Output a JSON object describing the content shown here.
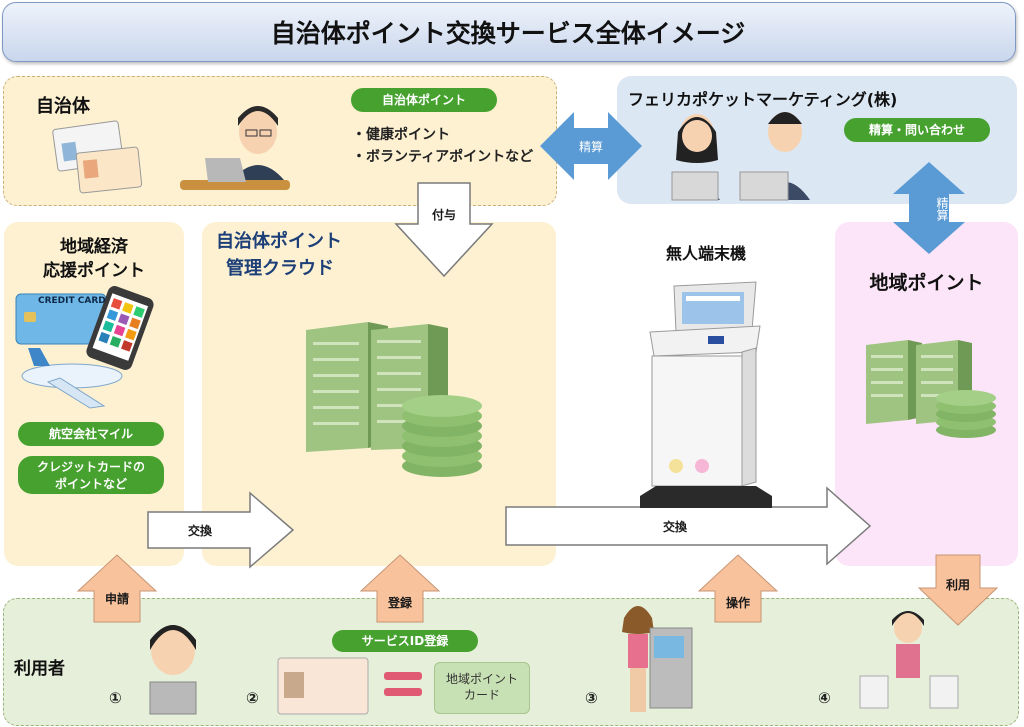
{
  "title": "自治体ポイント交換サービス全体イメージ",
  "jichitai": {
    "heading": "自治体",
    "badge": "自治体ポイント",
    "items": [
      "・健康ポイント",
      "・ボランティアポイントなど"
    ]
  },
  "felica": {
    "heading": "フェリカポケットマーケティング(株)",
    "badge": "精算・問い合わせ"
  },
  "chiiki_keizai": {
    "heading_line1": "地域経済",
    "heading_line2": "応援ポイント",
    "card_label": "CREDIT CARD",
    "badge_mile": "航空会社マイル",
    "badge_credit_line1": "クレジットカードの",
    "badge_credit_line2": "ポイントなど"
  },
  "cloud": {
    "heading_line1": "自治体ポイント",
    "heading_line2": "管理クラウド"
  },
  "kiosk": {
    "heading": "無人端末機"
  },
  "chiiki_point": {
    "heading": "地域ポイント"
  },
  "arrows": {
    "seisan_left": "精算",
    "seisan_right": "精算",
    "fuyo": "付与",
    "koukan_left": "交換",
    "koukan_right": "交換",
    "shinsei": "申請",
    "touroku": "登録",
    "sousa": "操作",
    "riyou": "利用"
  },
  "user": {
    "heading": "利用者",
    "step1": "①",
    "step2": "②",
    "step3": "③",
    "step4": "④",
    "service_id_badge": "サービスID登録",
    "card_line1": "地域ポイント",
    "card_line2": "カード"
  }
}
